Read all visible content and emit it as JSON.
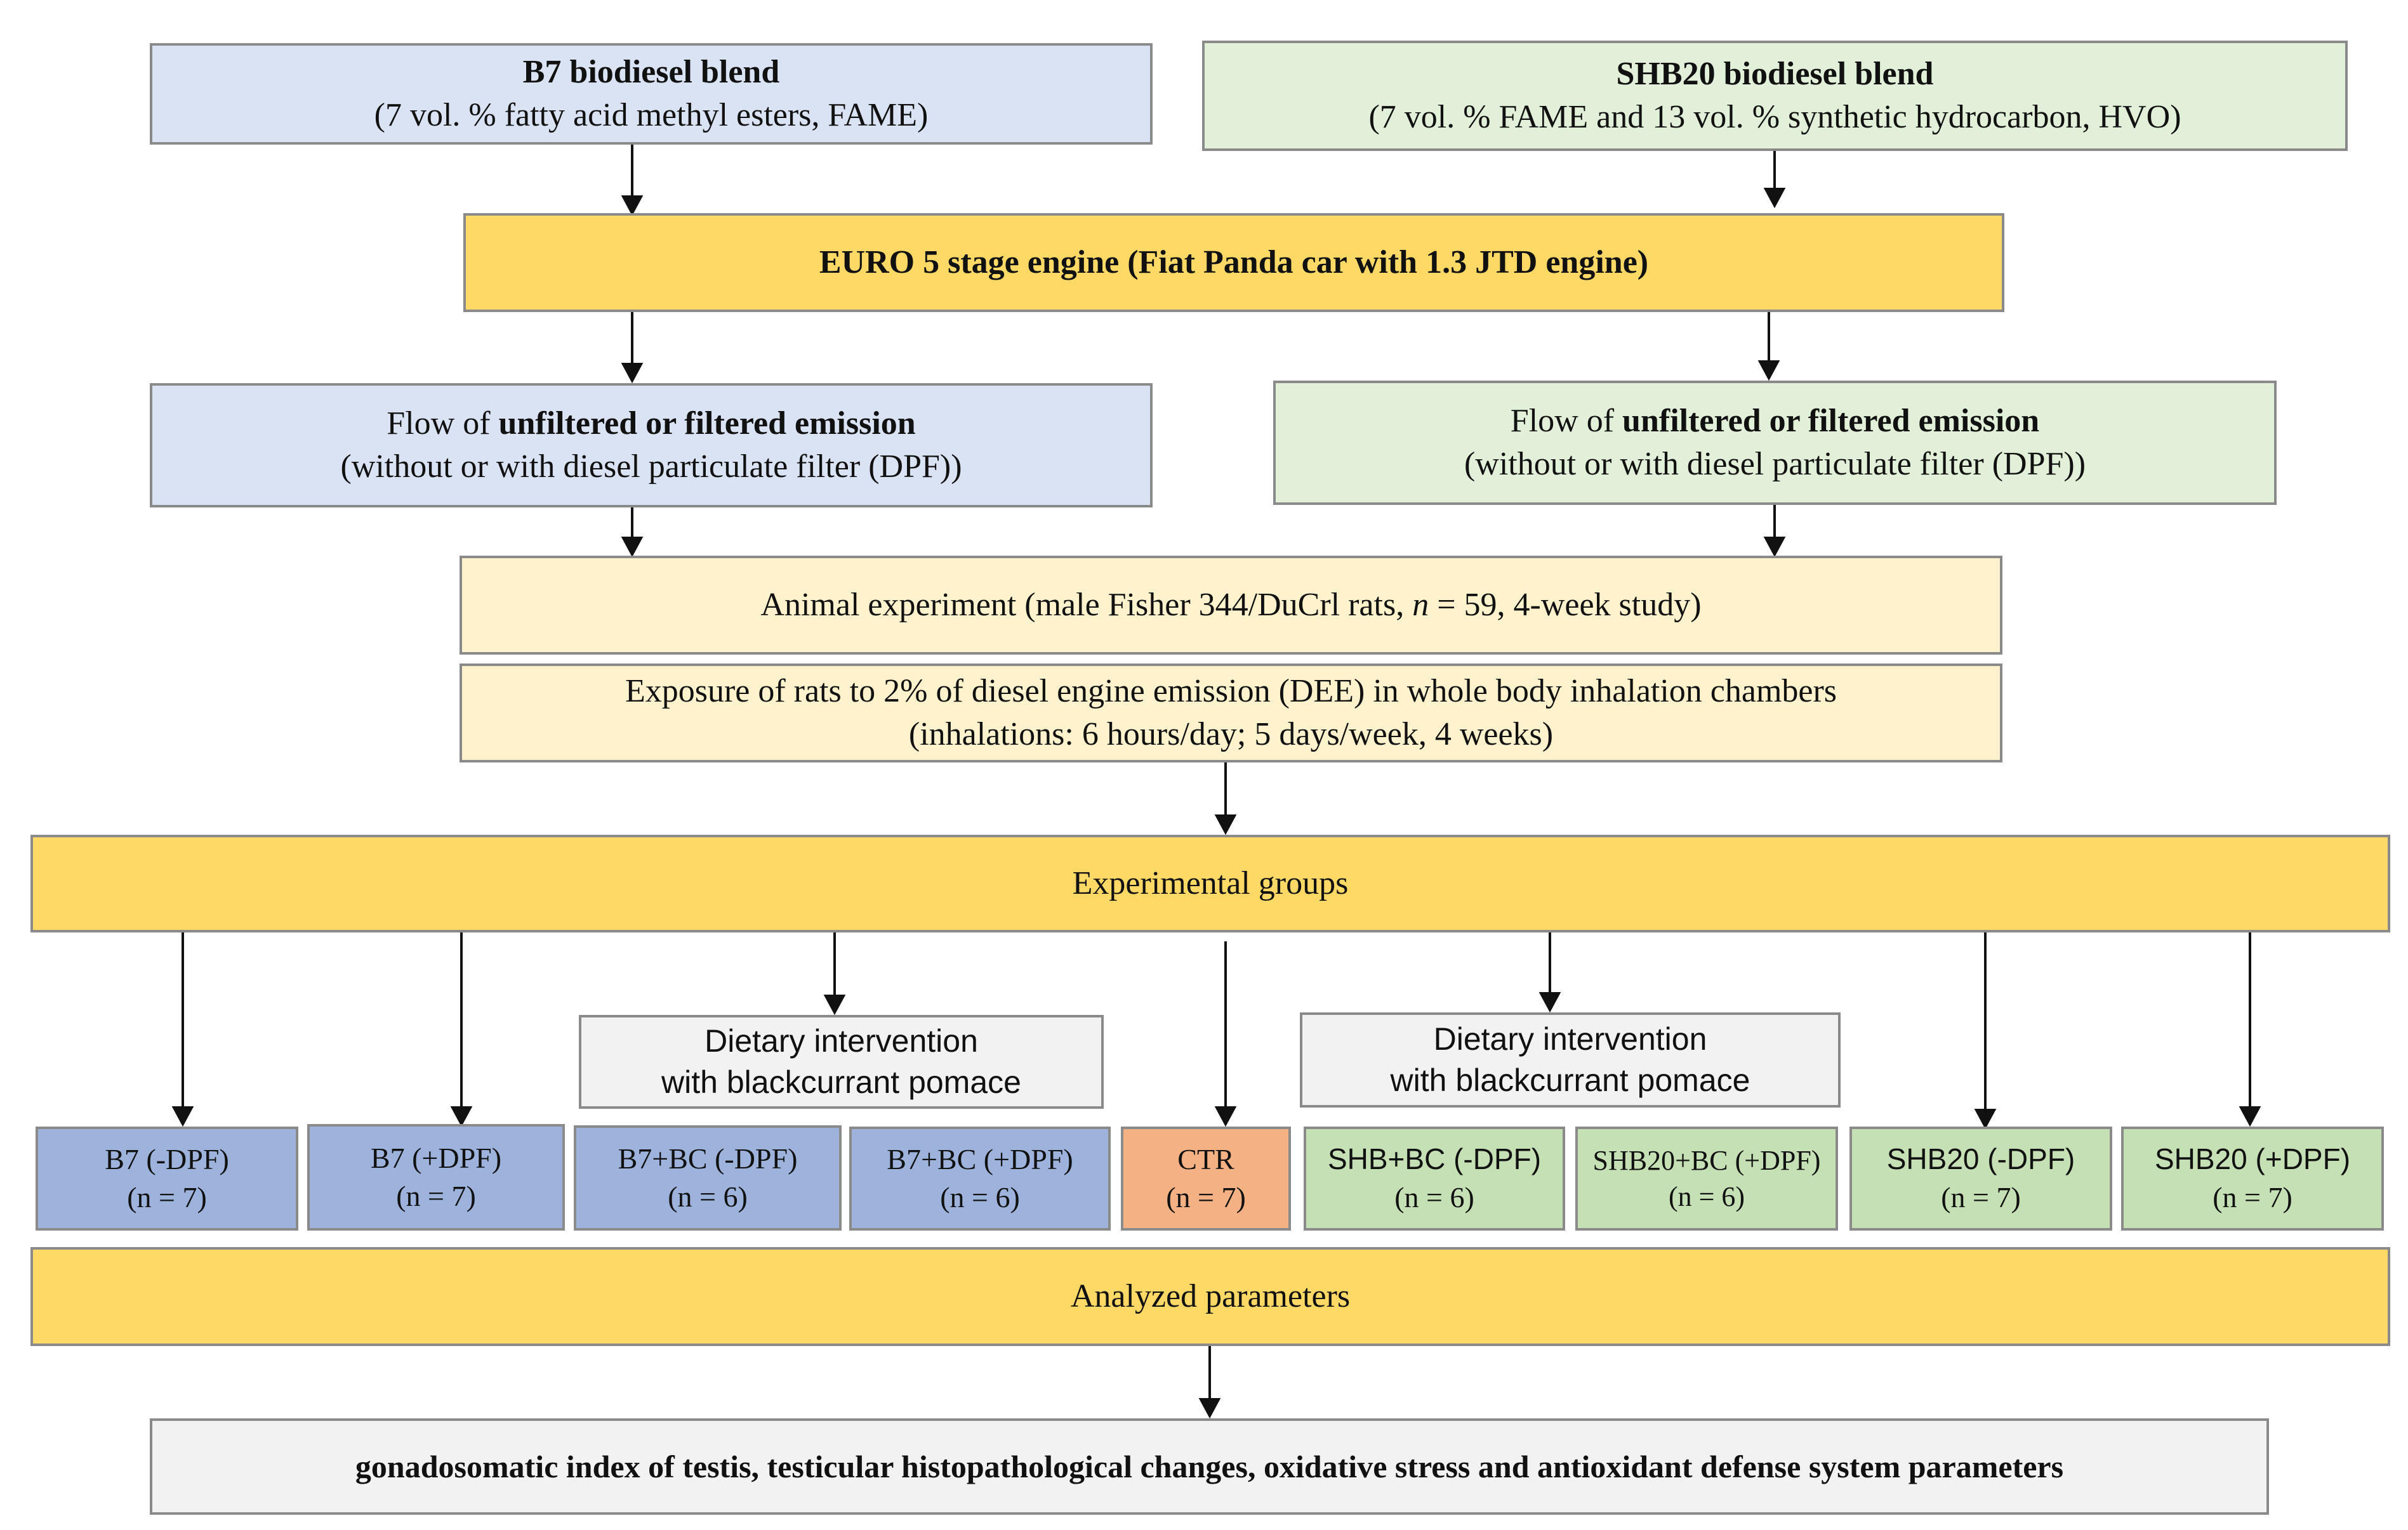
{
  "b7_blend": {
    "title": "B7 biodiesel blend",
    "subtitle": "(7 vol. % fatty acid methyl esters, FAME)"
  },
  "shb20_blend": {
    "title": "SHB20 biodiesel blend",
    "subtitle": "(7 vol. % FAME and 13 vol. % synthetic hydrocarbon, HVO)"
  },
  "engine": {
    "label": "EURO 5 stage engine (Fiat Panda car with 1.3 JTD engine)"
  },
  "flow_left": {
    "prefix": "Flow of ",
    "bold": "unfiltered or filtered emission",
    "subtitle": "(without or with diesel particulate filter (DPF))"
  },
  "flow_right": {
    "prefix": "Flow of ",
    "bold": "unfiltered or filtered emission",
    "subtitle": "(without or with diesel particulate filter (DPF))"
  },
  "animal": {
    "pre": "Animal experiment (male Fisher 344/DuCrl rats, ",
    "n": "n",
    "post": " = 59, 4-week study)"
  },
  "exposure": {
    "line1": "Exposure of rats to 2% of diesel engine emission (DEE) in whole body inhalation chambers",
    "line2": "(inhalations: 6 hours/day; 5 days/week, 4 weeks)"
  },
  "experimental_groups": "Experimental groups",
  "dietary_left": {
    "line1": "Dietary intervention",
    "line2": "with blackcurrant pomace"
  },
  "dietary_right": {
    "line1": "Dietary intervention",
    "line2": "with blackcurrant pomace"
  },
  "groups": [
    {
      "name": "B7 (-DPF)",
      "n": "(n = 7)"
    },
    {
      "name": "B7 (+DPF)",
      "n": "(n = 7)"
    },
    {
      "name": "B7+BC (-DPF)",
      "n": "(n = 6)"
    },
    {
      "name": "B7+BC (+DPF)",
      "n": "(n = 6)"
    },
    {
      "name": "CTR",
      "n": "(n = 7)"
    },
    {
      "name": "SHB+BC (-DPF)",
      "n": "(n = 6)"
    },
    {
      "name": "SHB20+BC (+DPF)",
      "n": "(n = 6)"
    },
    {
      "name": "SHB20 (-DPF)",
      "n": "(n = 7)"
    },
    {
      "name": "SHB20 (+DPF)",
      "n": "(n = 7)"
    }
  ],
  "analyzed": "Analyzed parameters",
  "outcomes": "gonadosomatic index of testis, testicular histopathological changes, oxidative stress and antioxidant defense system parameters"
}
